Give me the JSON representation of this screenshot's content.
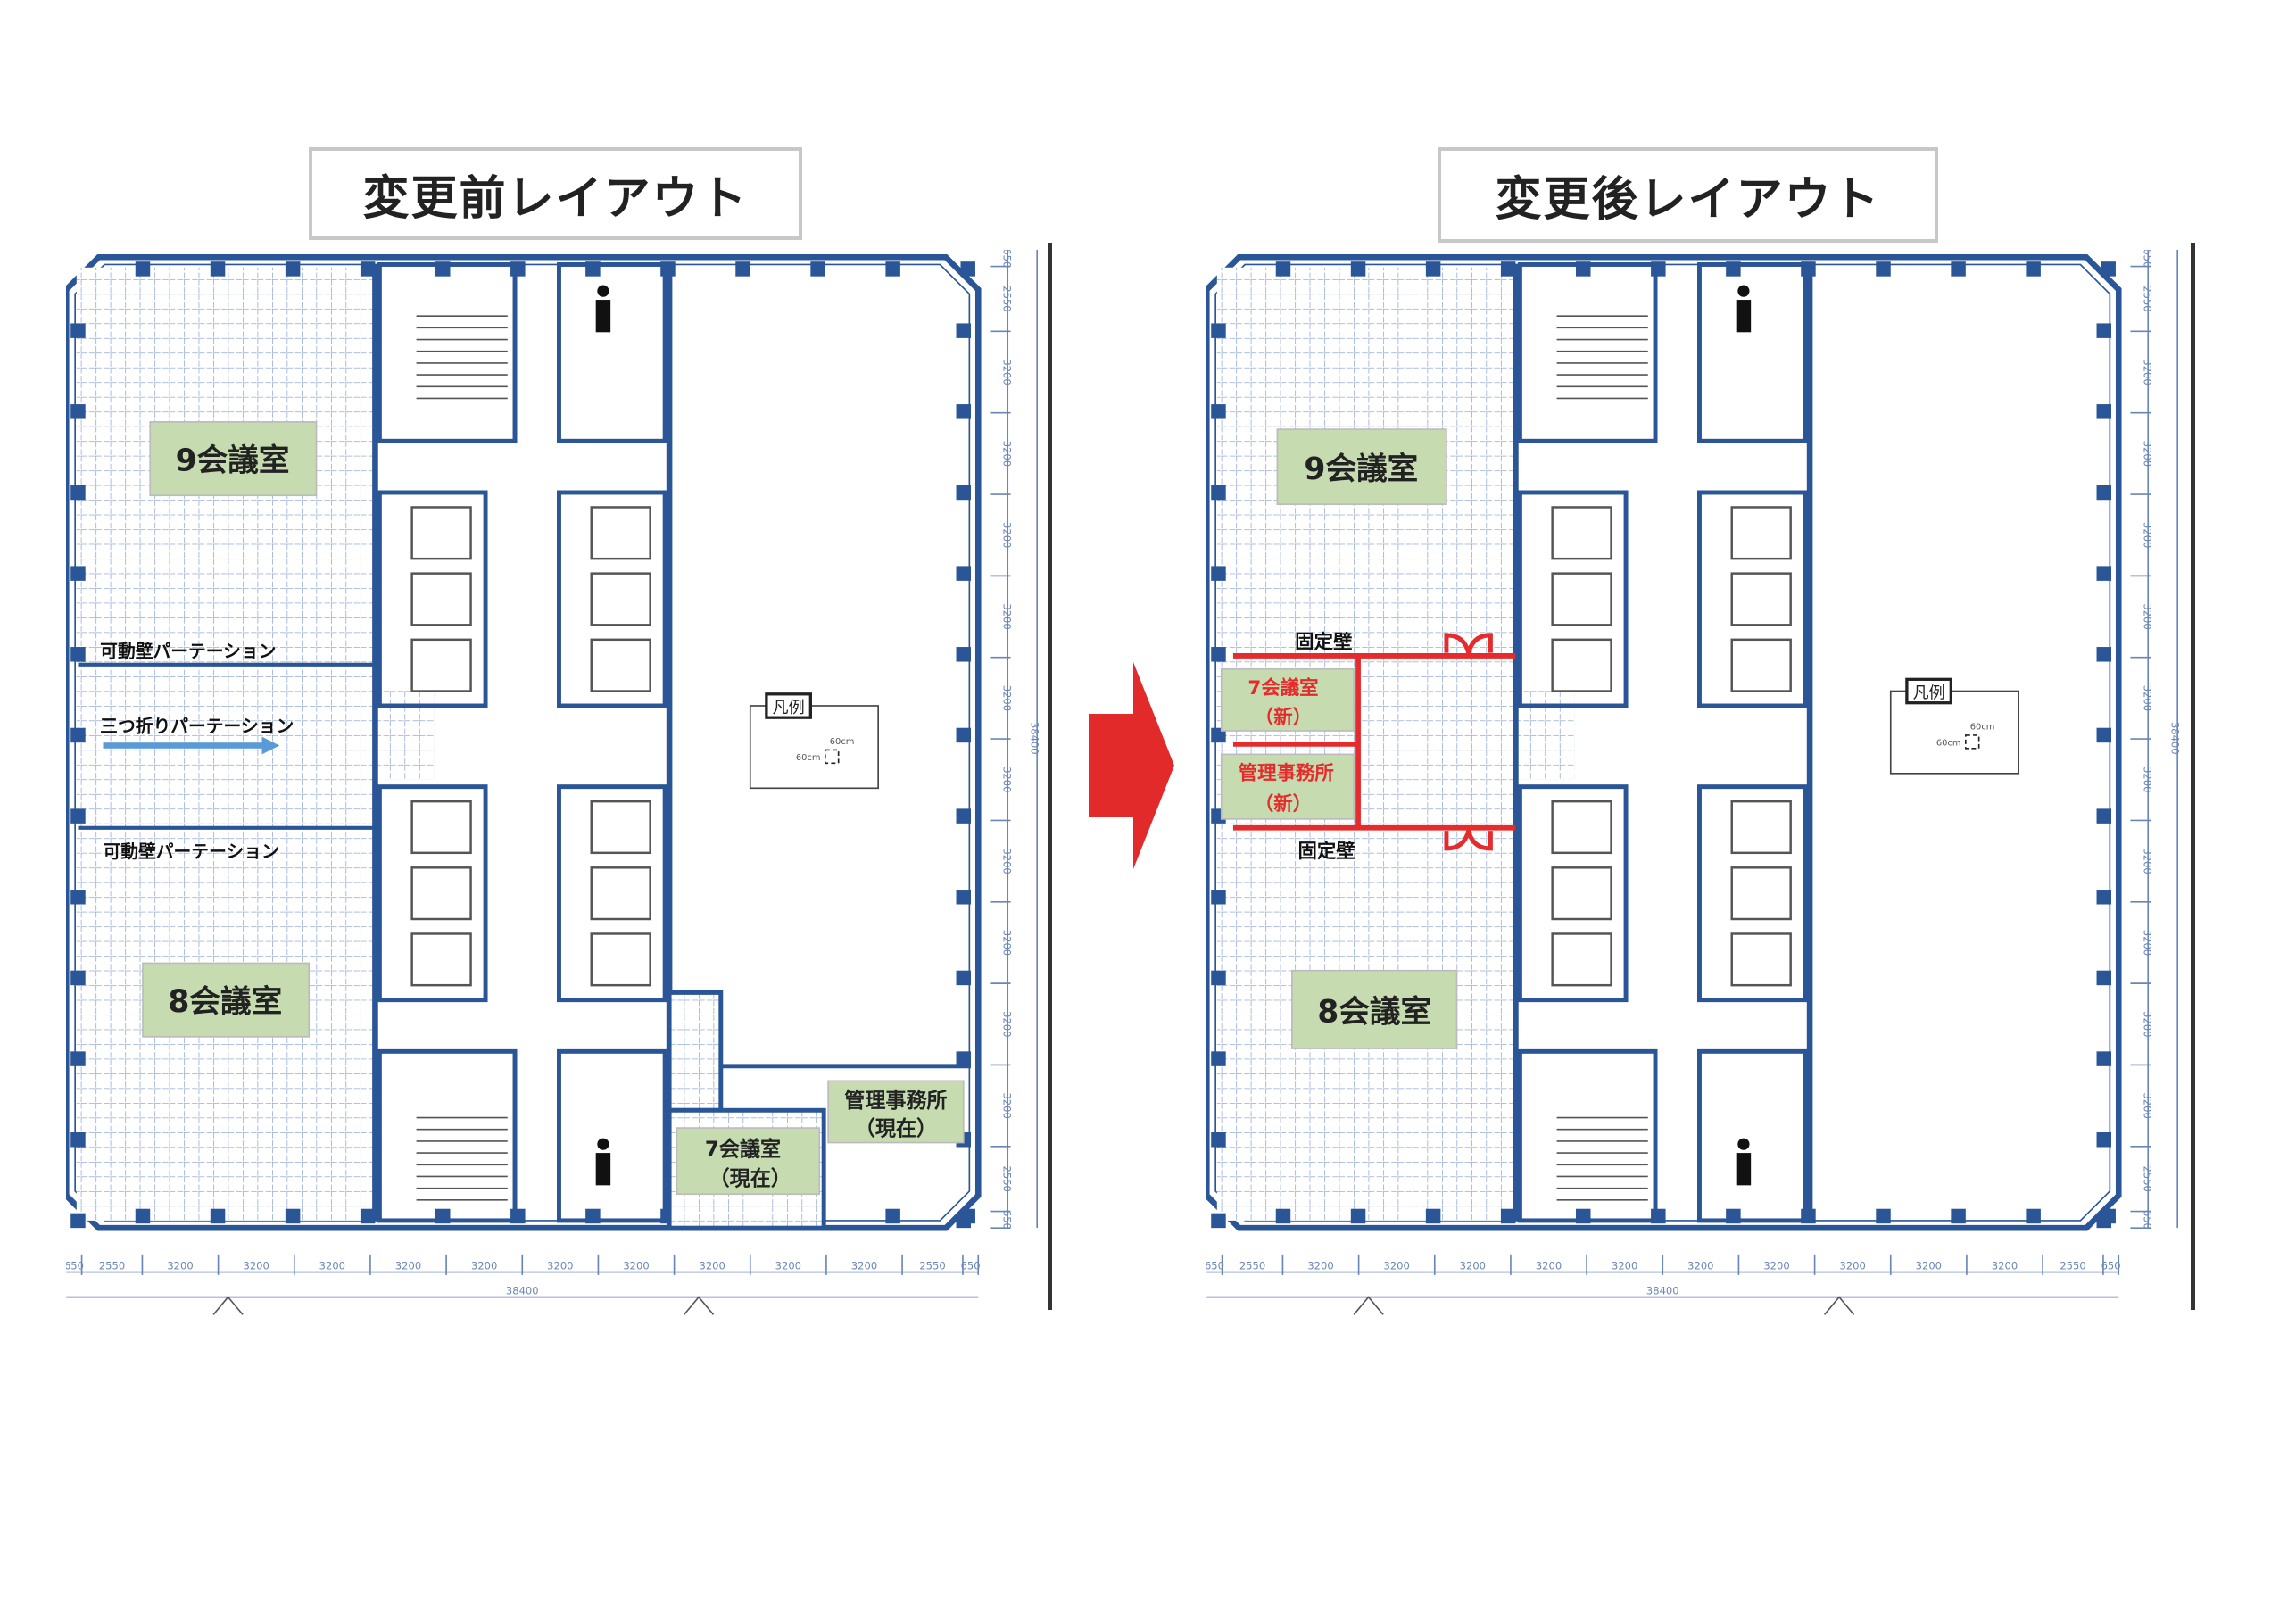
{
  "before": {
    "title": "変更前レイアウト",
    "rooms": {
      "room9": "9会議室",
      "room8": "8会議室",
      "room7_current_line1": "7会議室",
      "room7_current_line2": "（現在）",
      "office_current_line1": "管理事務所",
      "office_current_line2": "（現在）"
    },
    "partitions": {
      "movable_upper": "可動壁パーテーション",
      "trifold": "三つ折りパーテーション",
      "movable_lower": "可動壁パーテーション"
    }
  },
  "after": {
    "title": "変更後レイアウト",
    "rooms": {
      "room9": "9会議室",
      "room8": "8会議室",
      "room7_new_line1": "7会議室",
      "room7_new_line2": "（新）",
      "office_new_line1": "管理事務所",
      "office_new_line2": "（新）"
    },
    "walls": {
      "fixed_upper": "固定壁",
      "fixed_lower": "固定壁"
    }
  },
  "legend": {
    "title": "凡例",
    "width_label": "60cm",
    "height_label": "60cm"
  },
  "dimensions": {
    "horizontal": [
      "650",
      "2550",
      "3200",
      "3200",
      "3200",
      "3200",
      "3200",
      "3200",
      "3200",
      "3200",
      "3200",
      "3200",
      "2550",
      "650"
    ],
    "vertical": [
      "650",
      "2550",
      "3200",
      "3200",
      "3200",
      "3200",
      "3200",
      "3200",
      "3200",
      "3200",
      "3200",
      "3200",
      "2550",
      "650"
    ],
    "total": "38400"
  },
  "colors": {
    "wall": "#2a5597",
    "grid": "#6f8fc4",
    "room_label_bg": "#c6dcb0",
    "new_wall": "#e52b2b",
    "arrow": "#e32a2a",
    "trifold_arrow": "#5b9bd5"
  }
}
